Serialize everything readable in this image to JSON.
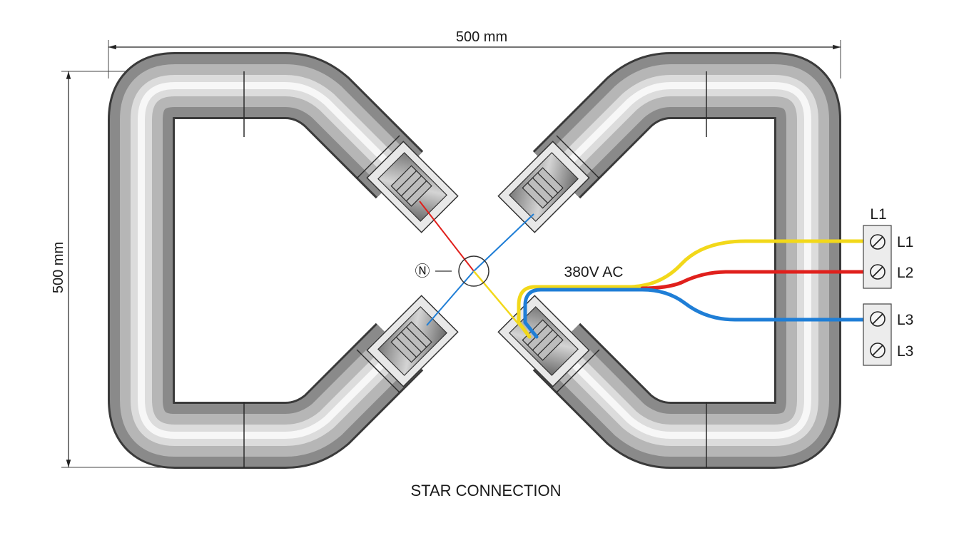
{
  "dimensions": {
    "width_label": "500 mm",
    "height_label": "500 mm"
  },
  "labels": {
    "voltage": "380V AC",
    "neutral_symbol": "Ⓝ",
    "title": "STAR CONNECTION"
  },
  "terminals": {
    "block_title": "L1",
    "block1": [
      "L1",
      "L2"
    ],
    "block2": [
      "L3",
      "L3"
    ]
  },
  "wire_colors": {
    "L1": "#f2d81a",
    "L2": "#e0201c",
    "L3": "#1f7ed6"
  }
}
